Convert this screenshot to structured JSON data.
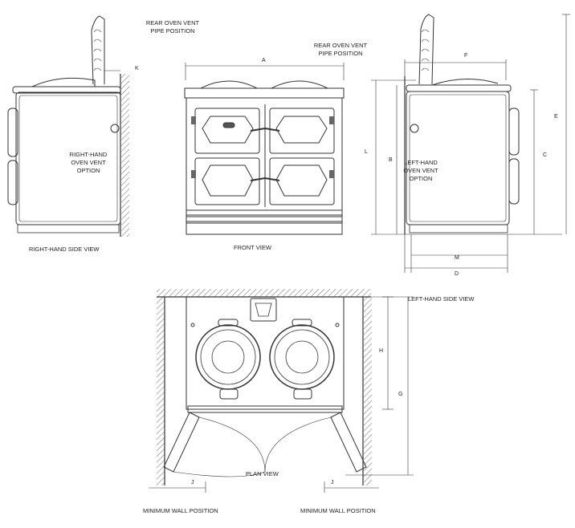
{
  "labels": {
    "rear_vent_left_1": "REAR OVEN VENT",
    "rear_vent_left_2": "PIPE POSITION",
    "rear_vent_right_1": "REAR OVEN VENT",
    "rear_vent_right_2": "PIPE POSITION",
    "rh_option_1": "RIGHT-HAND",
    "rh_option_2": "OVEN VENT",
    "rh_option_3": "OPTION",
    "lh_option_1": "LEFT-HAND",
    "lh_option_2": "OVEN VENT",
    "lh_option_3": "OPTION",
    "rh_side_view": "RIGHT-HAND SIDE VIEW",
    "front_view": "FRONT VIEW",
    "lh_side_view": "LEFT-HAND SIDE VIEW",
    "plan_view": "PLAN VIEW",
    "min_wall_left": "MINIMUM WALL POSITION",
    "min_wall_right": "MINIMUM WALL POSITION"
  },
  "dimensions": {
    "A": "A",
    "B": "B",
    "C": "C",
    "D": "D",
    "E": "E",
    "F": "F",
    "G": "G",
    "H": "H",
    "J1": "J",
    "J2": "J",
    "K": "K",
    "L": "L",
    "M": "M"
  }
}
